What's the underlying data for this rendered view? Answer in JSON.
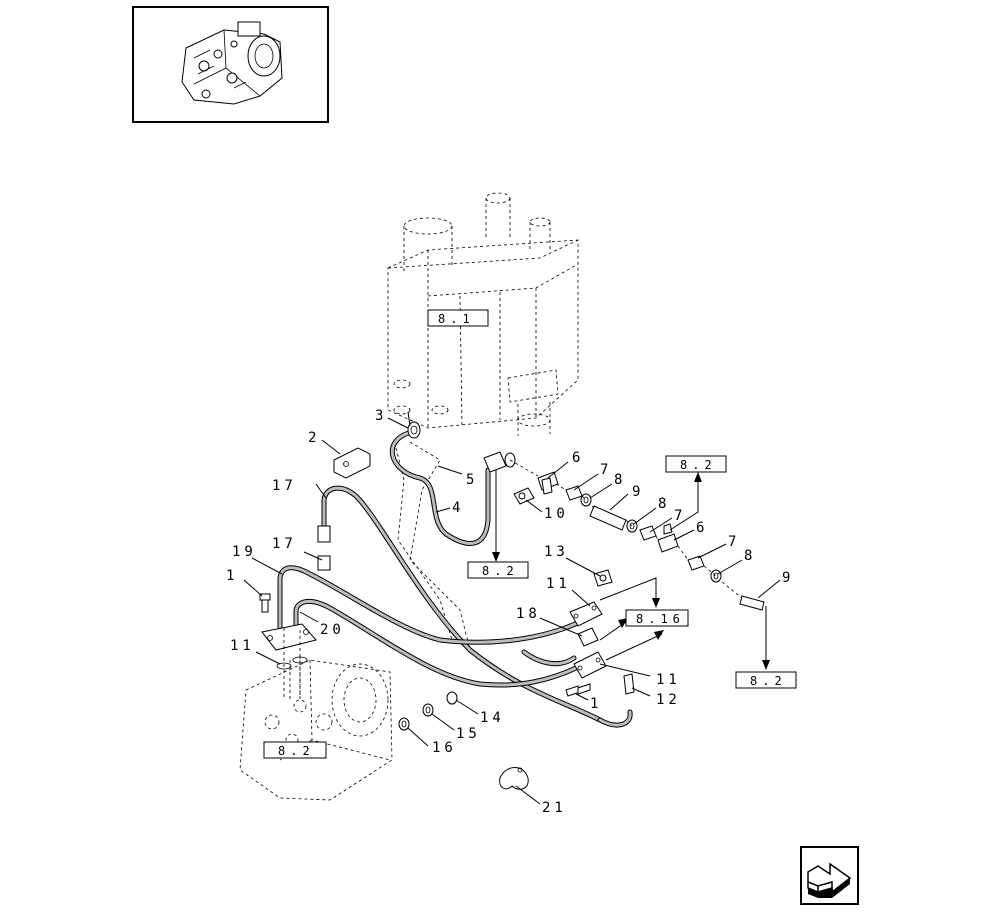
{
  "callouts": {
    "c1": "1",
    "c1b": "1",
    "c2": "2",
    "c3": "3",
    "c4": "4",
    "c5": "5",
    "c6a": "6",
    "c6b": "6",
    "c7a": "7",
    "c7b": "7",
    "c7c": "7",
    "c8a": "8",
    "c8b": "8",
    "c8c": "8",
    "c9a": "9",
    "c9b": "9",
    "c10": "10",
    "c11a": "11",
    "c11b": "11",
    "c11c": "11",
    "c12": "12",
    "c13": "13",
    "c14": "14",
    "c15": "15",
    "c16": "16",
    "c17a": "17",
    "c17b": "17",
    "c18": "18",
    "c19": "19",
    "c20": "20",
    "c21": "21"
  },
  "refs": {
    "r81": "8.1",
    "r82a": "8.2",
    "r82b": "8.2",
    "r82c": "8.2",
    "r816": "8.16",
    "r82d": "8.2"
  },
  "icons": {
    "thumbnail": "hydraulic-pump-thumbnail-icon",
    "nav": "next-page-arrow-icon"
  }
}
